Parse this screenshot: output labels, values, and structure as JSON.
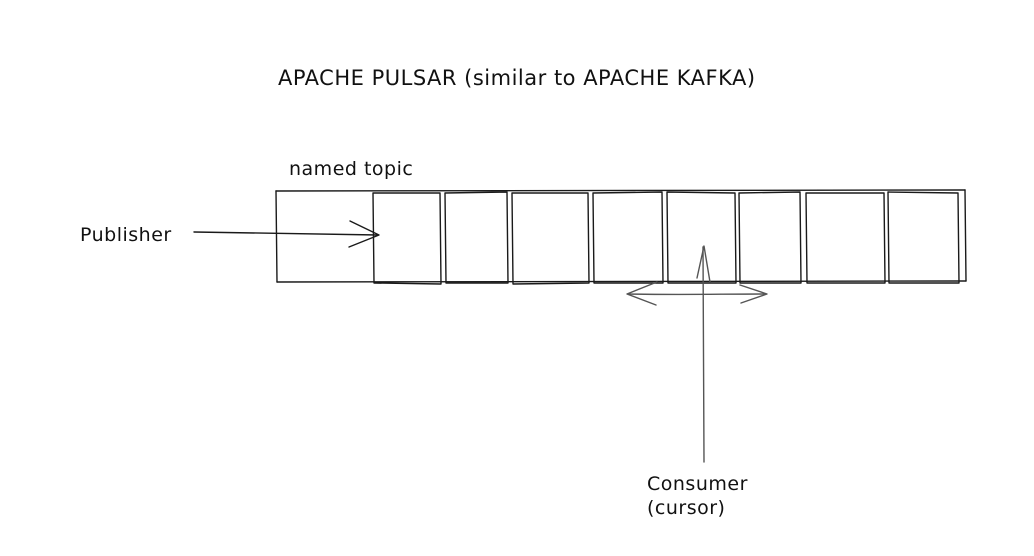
{
  "title": "APACHE PULSAR (similar to APACHE KAFKA)",
  "topic_label": "named topic",
  "publisher_label": "Publisher",
  "consumer_label": "Consumer\n(cursor)",
  "colors": {
    "ink": "#1a1a1a",
    "arrow": "#555555",
    "background": "#ffffff"
  }
}
